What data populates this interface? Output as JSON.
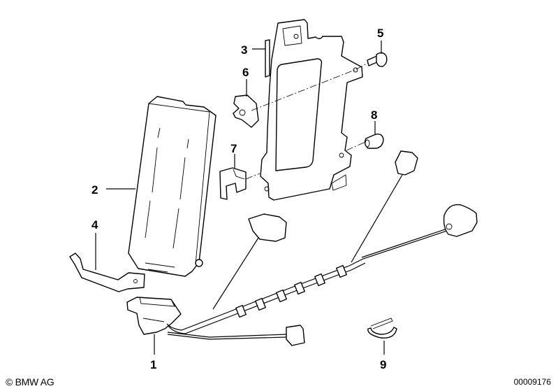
{
  "diagram": {
    "type": "exploded-parts-diagram",
    "subject": "Control unit with bracket and wiring harness",
    "callouts": [
      {
        "number": "1",
        "part": "connector-with-wiring-harness"
      },
      {
        "number": "2",
        "part": "control-unit-housing"
      },
      {
        "number": "3",
        "part": "mounting-bracket"
      },
      {
        "number": "4",
        "part": "holder-bracket"
      },
      {
        "number": "5",
        "part": "screw"
      },
      {
        "number": "6",
        "part": "clip-nut"
      },
      {
        "number": "7",
        "part": "clip"
      },
      {
        "number": "8",
        "part": "bolt"
      },
      {
        "number": "9",
        "part": "cable-tie"
      }
    ]
  },
  "footer": {
    "copyright": "© BMW AG",
    "drawing_number": "00009176"
  }
}
